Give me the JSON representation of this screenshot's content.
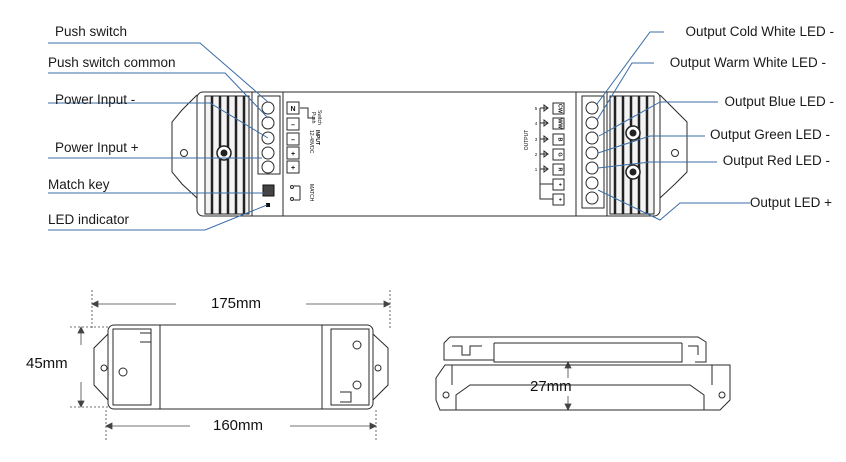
{
  "left_labels": [
    "Push switch",
    "Push switch common",
    "Power Input -",
    "Power Input +",
    "Match key",
    "LED indicator"
  ],
  "right_labels": [
    "Output Cold White LED -",
    "Output Warm White LED -",
    "Output Blue LED -",
    "Output Green LED -",
    "Output Red LED -",
    "Output LED +"
  ],
  "input_markings": {
    "terminals": [
      "N",
      "–",
      "–",
      "+",
      "+"
    ],
    "switch_label": "Switch",
    "push_label": "Push",
    "input_label": "INPUT",
    "voltage_label": "12-48VDC",
    "match_label": "MATCH"
  },
  "output_markings": {
    "terminals": [
      "CW",
      "WW",
      "B",
      "G",
      "R",
      "+",
      "+"
    ],
    "output_label": "OUTPUT",
    "channel_numbers": [
      "5",
      "4",
      "3",
      "2",
      "1"
    ]
  },
  "dimensions": {
    "total_length": "175mm",
    "width": "45mm",
    "mount_length": "160mm",
    "height": "27mm"
  }
}
